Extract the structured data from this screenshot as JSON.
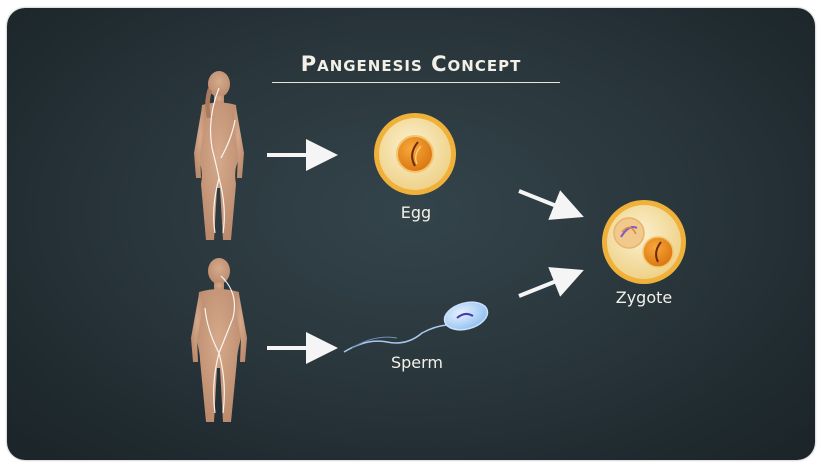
{
  "title": "Pangenesis Concept",
  "labels": {
    "egg": "Egg",
    "sperm": "Sperm",
    "zygote": "Zygote"
  },
  "icons": {
    "female_figure": "female-body-icon",
    "male_figure": "male-body-icon",
    "egg_cell": "egg-cell-icon",
    "sperm_cell": "sperm-cell-icon",
    "zygote_cell": "zygote-cell-icon"
  },
  "colors": {
    "background": "#2a373d",
    "text": "#f3f0e8",
    "skin": "#c89a7c",
    "cell_ring": "#e9a62a",
    "cell_fill": "#f7e6b2",
    "nucleus": "#e88a17",
    "sperm_head": "#9fc7f0"
  }
}
